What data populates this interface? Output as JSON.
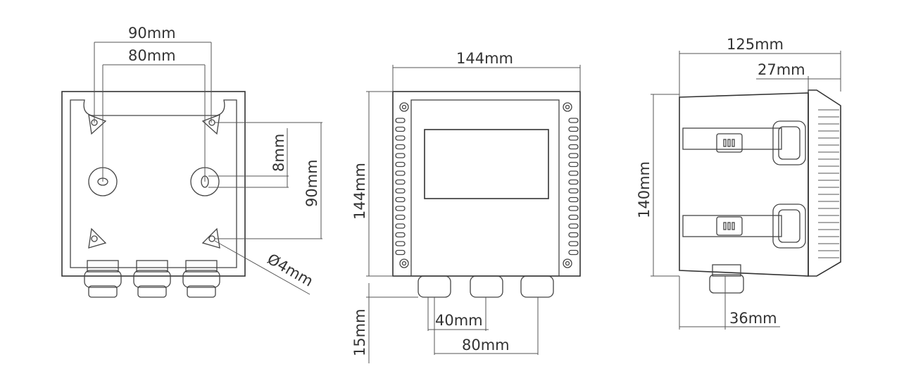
{
  "labels": {
    "rear_view": {
      "width_outer": "90mm",
      "width_inner": "80mm",
      "slot_height": "8mm",
      "vertical_spacing": "90mm",
      "hole_diameter": "Ø4mm"
    },
    "front_view": {
      "width": "144mm",
      "height": "144mm",
      "gland_spacing_small": "40mm",
      "gland_spacing_large": "80mm",
      "gland_height": "15mm"
    },
    "side_view": {
      "depth": "125mm",
      "bezel_depth": "27mm",
      "height": "140mm",
      "gland_offset": "36mm"
    }
  }
}
